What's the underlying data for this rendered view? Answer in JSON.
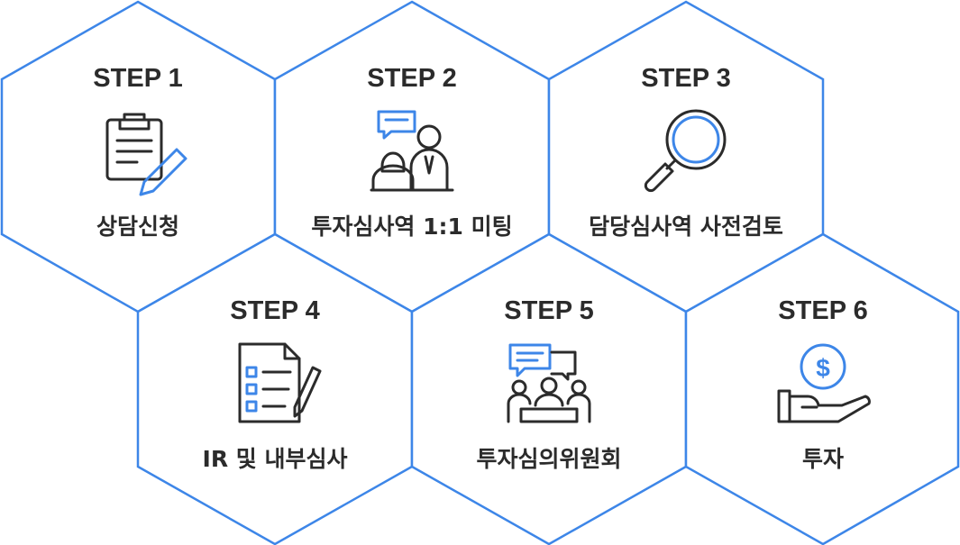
{
  "steps": [
    {
      "step": "STEP 1",
      "label": "상담신청",
      "icon": "clipboard-pencil-icon"
    },
    {
      "step": "STEP 2",
      "label": "투자심사역 1:1 미팅",
      "icon": "meeting-people-icon"
    },
    {
      "step": "STEP 3",
      "label": "담당심사역 사전검토",
      "icon": "magnifier-icon"
    },
    {
      "step": "STEP 4",
      "label": "IR 및 내부심사",
      "icon": "checklist-document-icon"
    },
    {
      "step": "STEP 5",
      "label": "투자심의위원회",
      "icon": "committee-discussion-icon"
    },
    {
      "step": "STEP 6",
      "label": "투자",
      "icon": "dollar-hand-icon"
    }
  ],
  "colors": {
    "accent": "#3d86e8",
    "text": "#2b2b2b",
    "background": "#ffffff"
  }
}
